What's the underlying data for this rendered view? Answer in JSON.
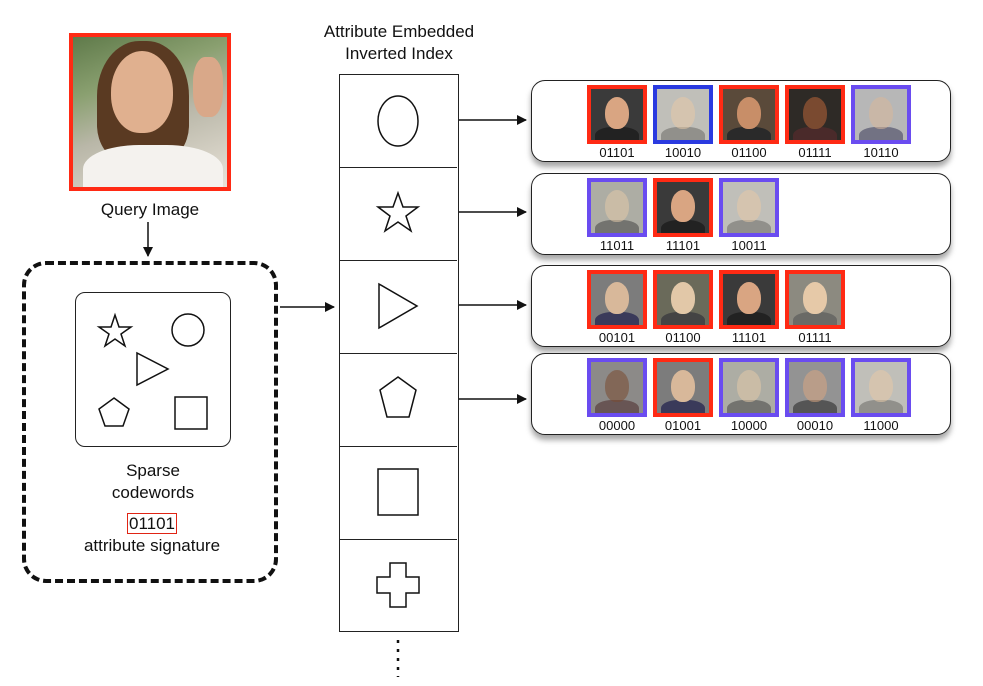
{
  "title_line1": "Attribute Embedded",
  "title_line2": "Inverted Index",
  "query_label": "Query Image",
  "codewords_line1": "Sparse",
  "codewords_line2": "codewords",
  "signature": "01101",
  "signature_label": "attribute signature",
  "colors": {
    "red": "#ff2a14",
    "purple": "#6a4cf0",
    "blue": "#2a3ae0"
  },
  "index_cells": [
    "circle-icon",
    "star-icon",
    "triangle-icon",
    "pentagon-icon",
    "square-icon",
    "cross-icon"
  ],
  "rows": [
    {
      "items": [
        {
          "code": "01101",
          "frame": "red"
        },
        {
          "code": "10010",
          "frame": "blue"
        },
        {
          "code": "01100",
          "frame": "red"
        },
        {
          "code": "01111",
          "frame": "red"
        },
        {
          "code": "10110",
          "frame": "purple"
        }
      ]
    },
    {
      "items": [
        {
          "code": "11011",
          "frame": "purple"
        },
        {
          "code": "11101",
          "frame": "red"
        },
        {
          "code": "10011",
          "frame": "purple"
        }
      ]
    },
    {
      "items": [
        {
          "code": "00101",
          "frame": "red"
        },
        {
          "code": "01100",
          "frame": "red"
        },
        {
          "code": "11101",
          "frame": "red"
        },
        {
          "code": "01111",
          "frame": "red"
        }
      ]
    },
    {
      "items": [
        {
          "code": "00000",
          "frame": "purple"
        },
        {
          "code": "01001",
          "frame": "red"
        },
        {
          "code": "10000",
          "frame": "purple"
        },
        {
          "code": "00010",
          "frame": "purple"
        },
        {
          "code": "11000",
          "frame": "purple"
        }
      ]
    }
  ]
}
